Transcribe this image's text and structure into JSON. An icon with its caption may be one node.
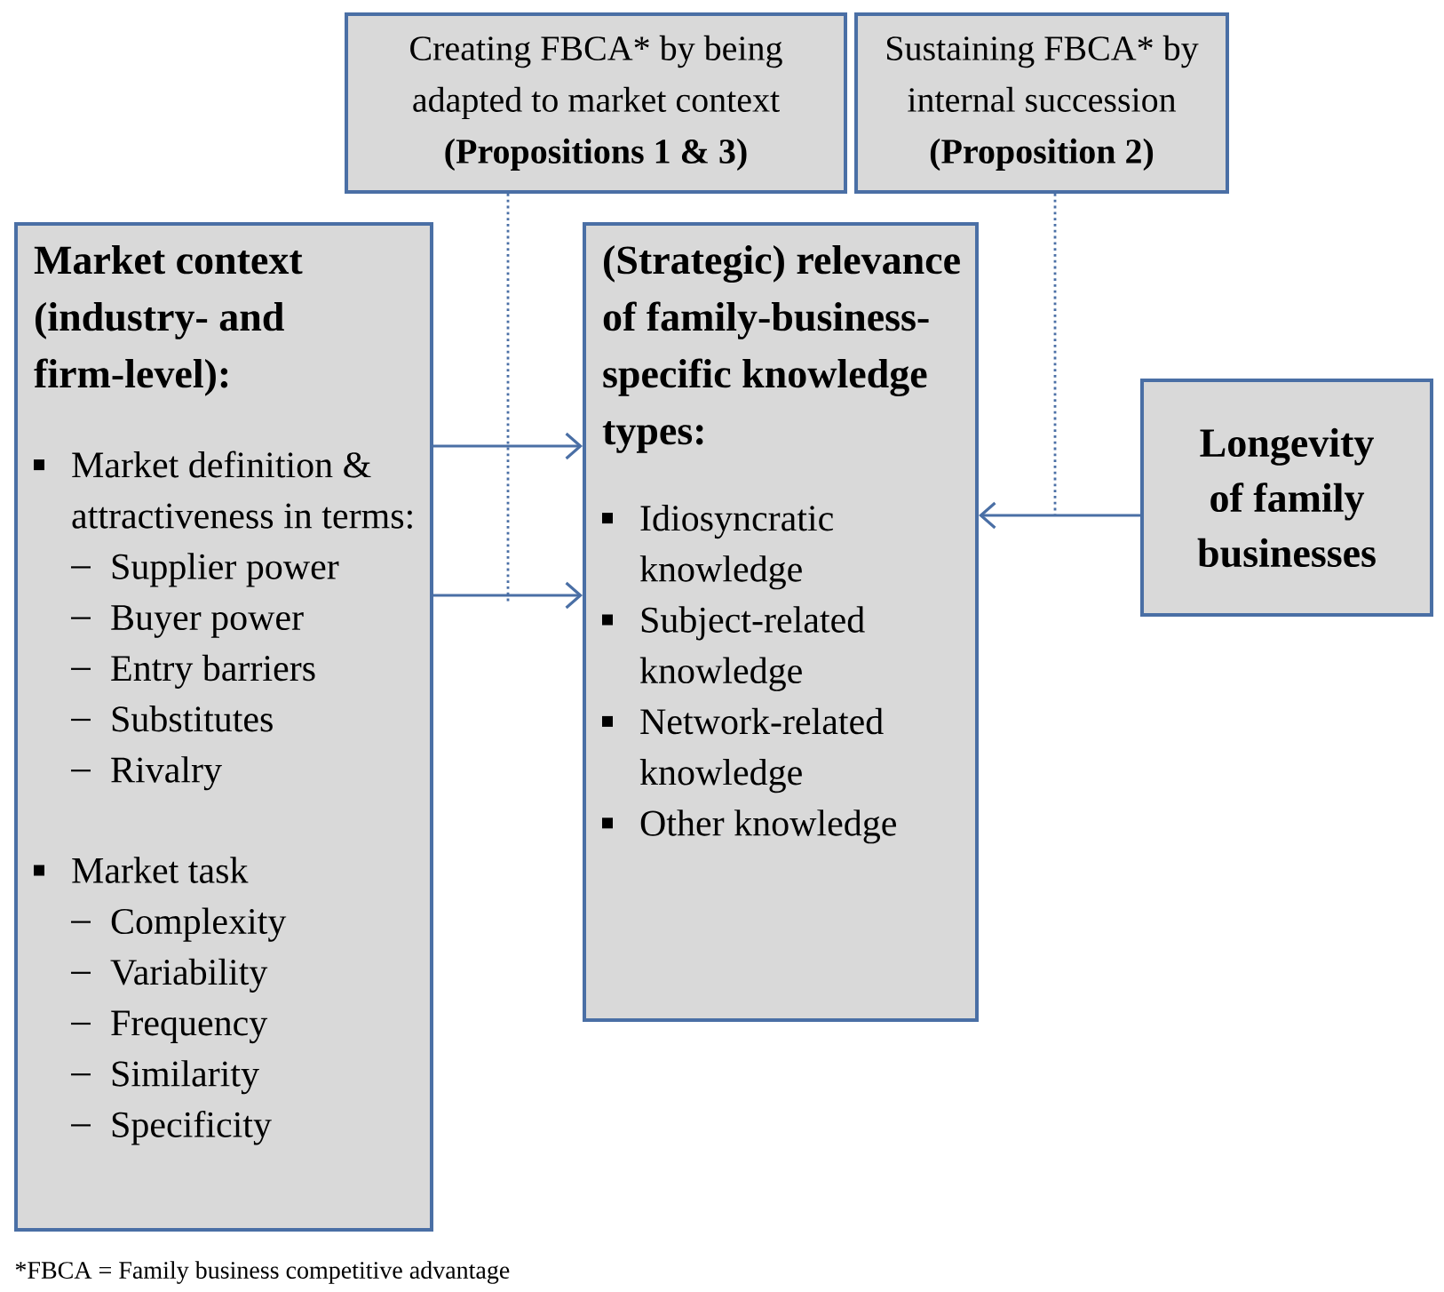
{
  "diagram": {
    "nodes": [
      {
        "text": [
          "Creating FBCA* by being adapted to market context",
          "(Propositions 1 & 3)"
        ]
      },
      {
        "text": [
          "Sustaining FBCA* by internal succession",
          "(Proposition 2)"
        ]
      },
      {
        "text": [
          "Market context (industry- and firm-level):",
          "Market definition & attractiveness in terms:",
          "Supplier power",
          "Buyer power",
          "Entry barriers",
          "Substitutes",
          "Rivalry",
          "Market task",
          "Complexity",
          "Variability",
          "Frequency",
          "Similarity",
          "Specificity"
        ]
      },
      {
        "text": [
          "(Strategic) relevance of family-business-specific knowledge types:",
          "Idiosyncratic knowledge",
          "Subject-related knowledge",
          "Network-related knowledge",
          "Other knowledge"
        ]
      },
      {
        "text": [
          "Longevity of family businesses"
        ]
      }
    ],
    "edges": [
      {
        "from": 2,
        "to": 3,
        "arrow": "to"
      },
      {
        "from": 2,
        "to": 3,
        "arrow": "to"
      },
      {
        "from": 4,
        "to": 3,
        "arrow": "to"
      },
      {
        "from": 0,
        "to": null,
        "arrow": "none",
        "style": "dashed"
      },
      {
        "from": 1,
        "to": null,
        "arrow": "none",
        "style": "dashed"
      }
    ],
    "labels": [
      "*FBCA = Family business competitive advantage"
    ]
  }
}
